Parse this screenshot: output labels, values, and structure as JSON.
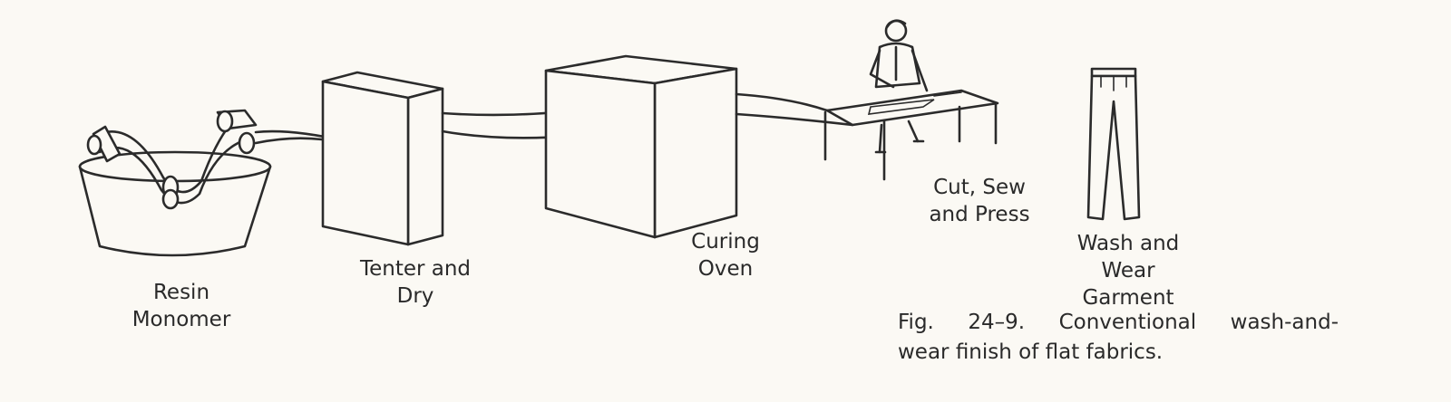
{
  "stages": {
    "resin_monomer": "Resin\nMonomer",
    "tenter_and_dry": "Tenter and\nDry",
    "curing_oven": "Curing\nOven",
    "cut_sew_press": "Cut, Sew\nand Press",
    "wash_wear_garment": "Wash and\nWear\nGarment"
  },
  "caption": {
    "line1": "Fig.  24–9. Conventional  wash-and-",
    "line2": "wear finish of flat fabrics."
  },
  "icons": [
    "resin-tub-icon",
    "roller-icon",
    "tenter-box-icon",
    "curing-oven-box-icon",
    "worker-at-table-icon",
    "trousers-icon"
  ]
}
